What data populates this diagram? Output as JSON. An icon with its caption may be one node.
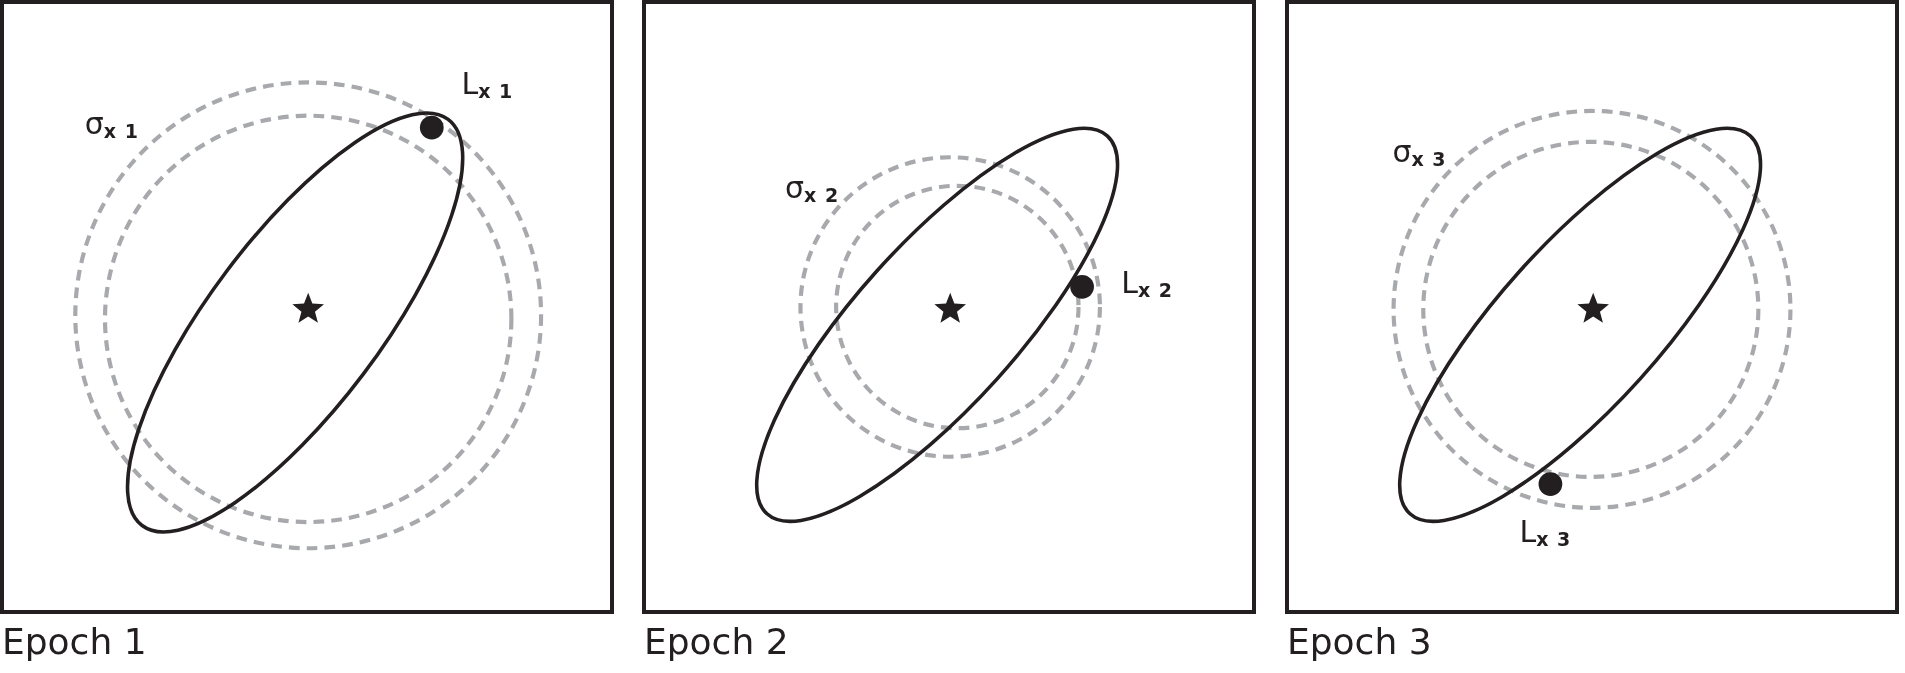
{
  "diagram": {
    "nodes": [
      {
        "text": [],
        "shape": "box",
        "beside": [
          "Epoch 1"
        ]
      },
      {
        "text": [],
        "shape": "box",
        "beside": [
          "Epoch 2"
        ]
      },
      {
        "text": [],
        "shape": "box",
        "beside": [
          "Epoch 3"
        ]
      }
    ],
    "labels": [
      "σ$_{x 1}$",
      "L$_{x 1}$",
      "σ$_{x 2}$",
      "L$_{x 2}$",
      "σ$_{x 3}$",
      "L$_{x 3}$"
    ]
  }
}
